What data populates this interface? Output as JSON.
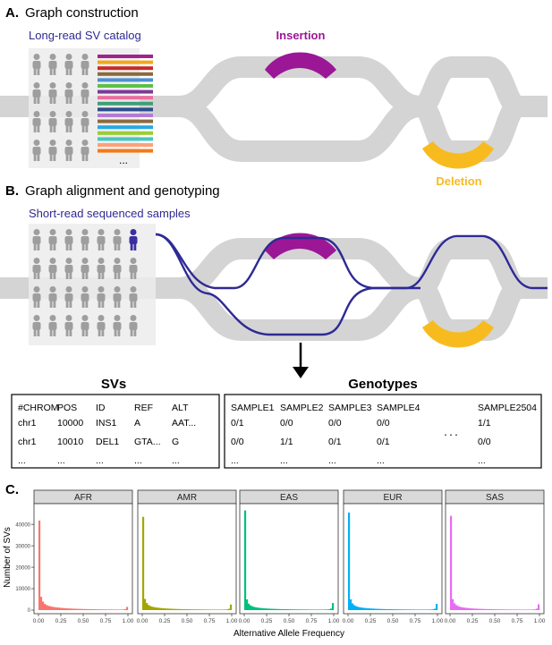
{
  "panel_a": {
    "letter": "A.",
    "title": "Graph construction",
    "catalog_label": "Long-read SV catalog",
    "ellipsis": "...",
    "insertion_label": "Insertion",
    "deletion_label": "Deletion"
  },
  "panel_b": {
    "letter": "B.",
    "title": "Graph alignment and genotyping",
    "samples_label": "Short-read sequenced samples"
  },
  "svs_table": {
    "title": "SVs",
    "headers": [
      "#CHROM",
      "POS",
      "ID",
      "REF",
      "ALT"
    ],
    "rows": [
      [
        "chr1",
        "10000",
        "INS1",
        "A",
        "AAT..."
      ],
      [
        "chr1",
        "10010",
        "DEL1",
        "GTA...",
        "G"
      ],
      [
        "...",
        "...",
        "...",
        "...",
        "..."
      ]
    ]
  },
  "genotypes_table": {
    "title": "Genotypes",
    "headers": [
      "SAMPLE1",
      "SAMPLE2",
      "SAMPLE3",
      "SAMPLE4",
      "SAMPLE2504"
    ],
    "rows": [
      [
        "0/1",
        "0/0",
        "0/0",
        "0/0",
        "1/1"
      ],
      [
        "0/0",
        "1/1",
        "0/1",
        "0/1",
        "0/0"
      ],
      [
        "...",
        "...",
        "...",
        "...",
        "..."
      ]
    ],
    "mid_ellipsis": "..."
  },
  "colors": {
    "insertion": "#9B1796",
    "deletion": "#F8BB1F",
    "path": "#2E2A94",
    "graph": "#D4D4D4",
    "person": "#9E9E9E",
    "highlight_person": "#3A2FA0",
    "catalog_label": "#2E2A94"
  },
  "catalog_colors": [
    "#A0238F",
    "#F2A81D",
    "#C62A2A",
    "#8B6A3E",
    "#4F8FD0",
    "#5FBF4A",
    "#7B3A96",
    "#EA6E9E",
    "#3E9E77",
    "#2B4D8C",
    "#B37AD6",
    "#8B6A3E",
    "#27A9E1",
    "#9ACD32",
    "#48C7C0",
    "#FFA07A",
    "#F27A1B"
  ],
  "panel_c": {
    "letter": "C.",
    "ylabel": "Number of SVs",
    "xlabel": "Alternative Allele Frequency"
  },
  "chart_data": {
    "type": "bar",
    "xlabel": "Alternative Allele Frequency",
    "ylabel": "Number of SVs",
    "xticks": [
      "0.00",
      "0.25",
      "0.50",
      "0.75",
      "1.00"
    ],
    "yticks": [
      "0",
      "10000",
      "20000",
      "30000",
      "40000"
    ],
    "xlim": [
      0,
      1
    ],
    "ylim": [
      0,
      48000
    ],
    "bin_width": 0.02,
    "panels": [
      {
        "name": "AFR",
        "color": "#F8766D",
        "values": [
          41800,
          6200,
          4000,
          2900,
          2400,
          2000,
          1800,
          1600,
          1450,
          1350,
          1250,
          1150,
          1050,
          980,
          920,
          860,
          800,
          760,
          720,
          680,
          640,
          610,
          580,
          550,
          520,
          500,
          480,
          460,
          440,
          420,
          400,
          385,
          370,
          355,
          340,
          330,
          320,
          310,
          300,
          290,
          280,
          270,
          260,
          255,
          250,
          245,
          260,
          300,
          450,
          1500
        ]
      },
      {
        "name": "AMR",
        "color": "#A3A500",
        "values": [
          43500,
          5200,
          3300,
          2400,
          1900,
          1600,
          1400,
          1250,
          1150,
          1050,
          960,
          880,
          820,
          760,
          710,
          660,
          620,
          580,
          550,
          520,
          490,
          465,
          440,
          420,
          400,
          385,
          370,
          355,
          340,
          330,
          320,
          310,
          300,
          290,
          280,
          272,
          265,
          258,
          250,
          245,
          240,
          235,
          232,
          230,
          235,
          245,
          270,
          330,
          600,
          2600
        ]
      },
      {
        "name": "EAS",
        "color": "#00BF7D",
        "values": [
          46500,
          5000,
          3000,
          2200,
          1800,
          1500,
          1300,
          1150,
          1050,
          960,
          880,
          810,
          750,
          700,
          650,
          610,
          570,
          540,
          510,
          480,
          455,
          430,
          410,
          390,
          375,
          360,
          345,
          330,
          320,
          310,
          300,
          290,
          280,
          272,
          265,
          258,
          250,
          245,
          240,
          235,
          232,
          230,
          232,
          236,
          245,
          260,
          290,
          360,
          700,
          3300
        ]
      },
      {
        "name": "EUR",
        "color": "#00B0F6",
        "values": [
          45500,
          5000,
          3100,
          2300,
          1850,
          1550,
          1350,
          1200,
          1080,
          990,
          910,
          840,
          780,
          725,
          675,
          630,
          590,
          555,
          525,
          495,
          470,
          445,
          425,
          405,
          388,
          372,
          357,
          343,
          330,
          318,
          308,
          298,
          288,
          280,
          272,
          265,
          258,
          252,
          246,
          241,
          237,
          234,
          232,
          234,
          240,
          252,
          280,
          350,
          650,
          2900
        ]
      },
      {
        "name": "SAS",
        "color": "#E76BF3",
        "values": [
          44000,
          5100,
          3200,
          2350,
          1900,
          1580,
          1370,
          1220,
          1100,
          1000,
          920,
          850,
          790,
          735,
          685,
          640,
          600,
          565,
          535,
          505,
          478,
          452,
          430,
          410,
          392,
          376,
          360,
          346,
          333,
          321,
          310,
          300,
          290,
          282,
          274,
          266,
          259,
          253,
          247,
          242,
          238,
          235,
          233,
          235,
          241,
          253,
          282,
          355,
          660,
          2700
        ]
      }
    ]
  }
}
